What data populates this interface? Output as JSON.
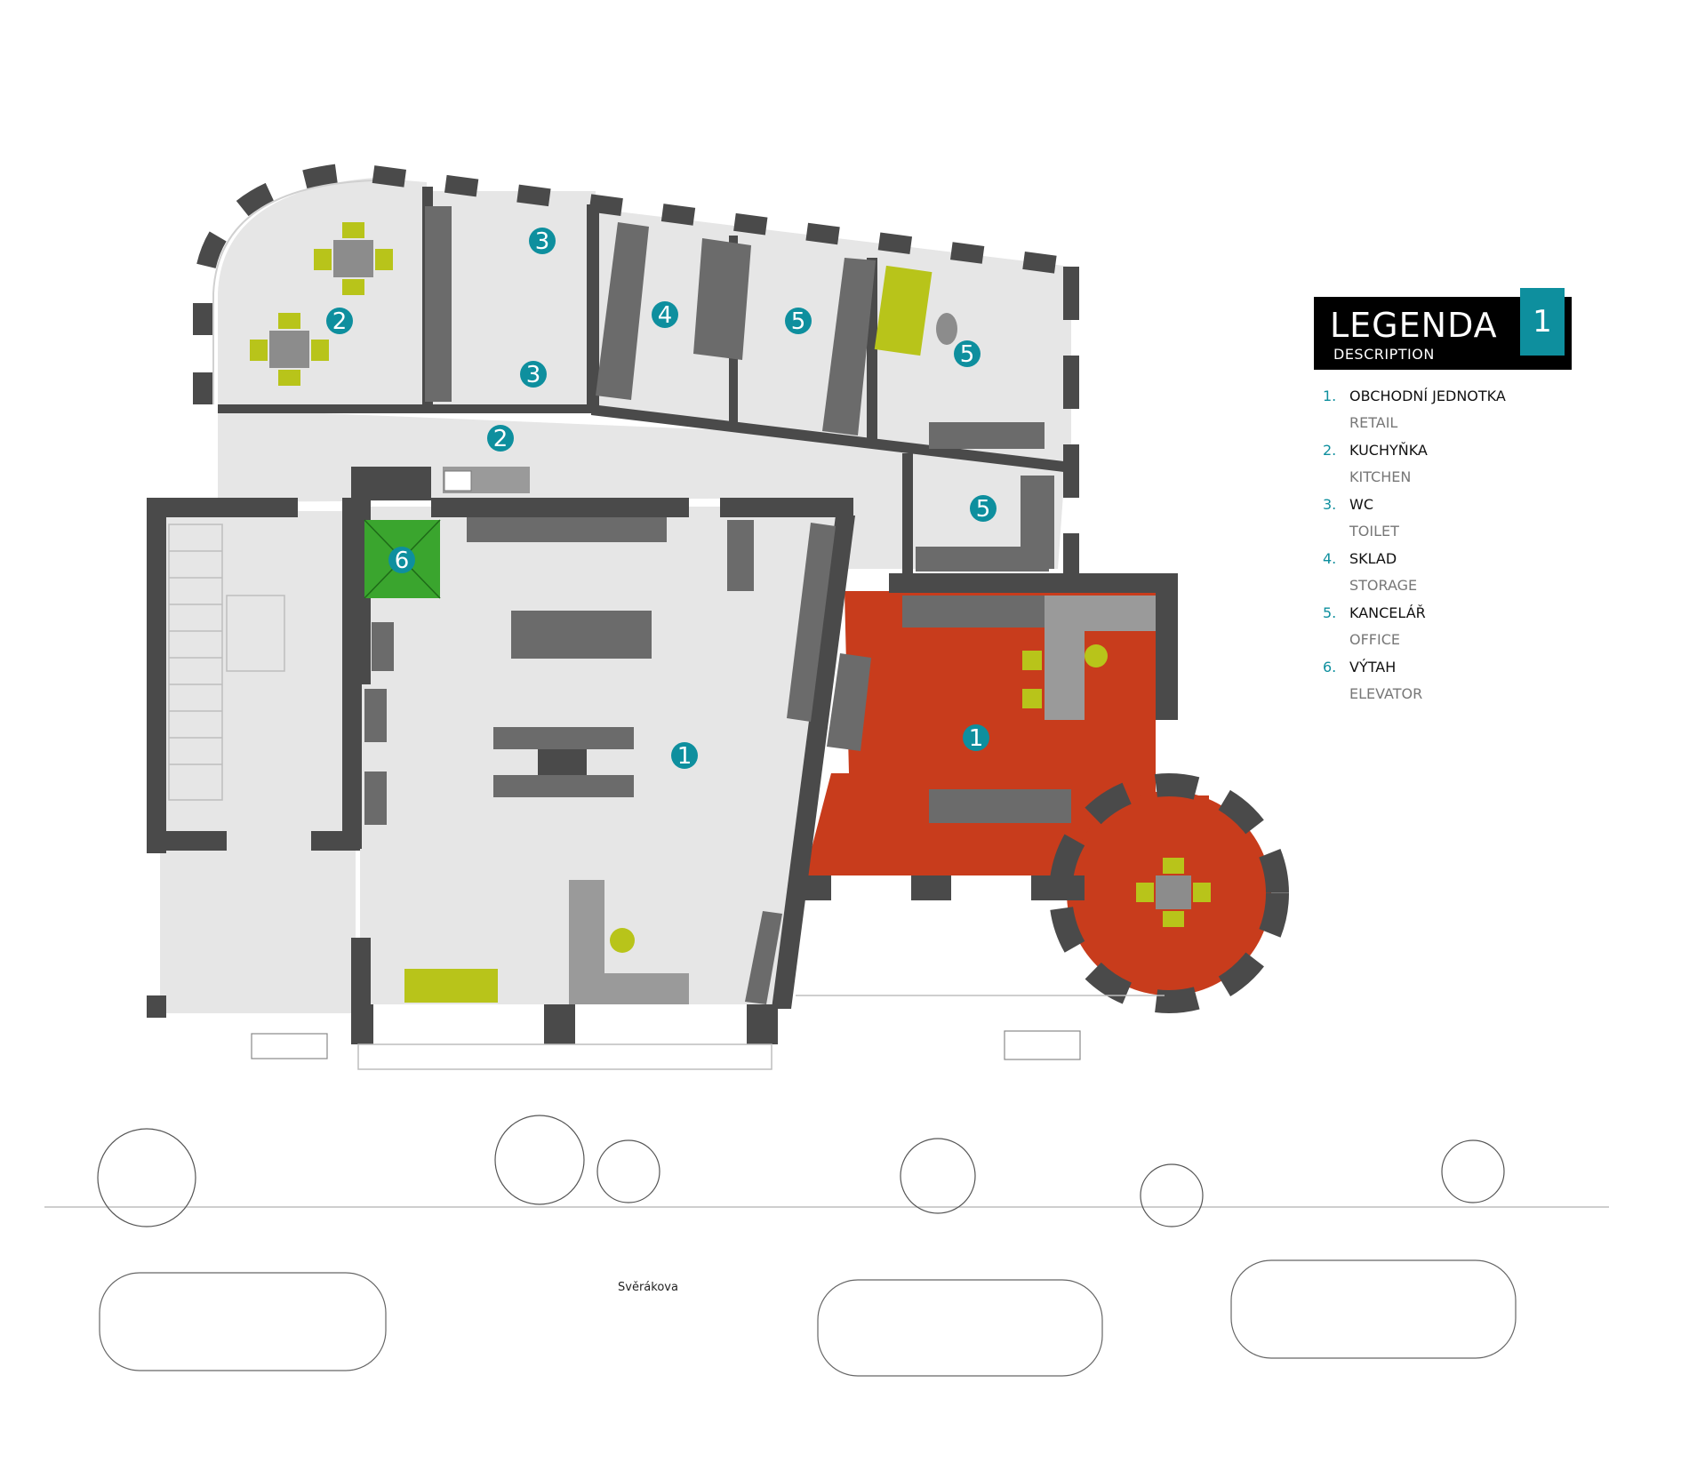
{
  "plan": {
    "street_name": "Svěrákova",
    "colors": {
      "wall": "#4a4a4a",
      "floor": "#e6e6e6",
      "retail_highlight": "#c83c1c",
      "elevator": "#3aa52e",
      "furniture": "#6b6b6b",
      "chair": "#b8c41a",
      "badge": "#0e8f9e"
    },
    "room_badges": [
      {
        "number": "1"
      },
      {
        "number": "1"
      },
      {
        "number": "2"
      },
      {
        "number": "2"
      },
      {
        "number": "3"
      },
      {
        "number": "3"
      },
      {
        "number": "4"
      },
      {
        "number": "5"
      },
      {
        "number": "5"
      },
      {
        "number": "5"
      },
      {
        "number": "6"
      }
    ]
  },
  "legend": {
    "title": "LEGENDA",
    "subtitle": "DESCRIPTION",
    "badge": "1",
    "items": [
      {
        "number": "1.",
        "label": "OBCHODNÍ JEDNOTKA",
        "sublabel": "RETAIL"
      },
      {
        "number": "2.",
        "label": "KUCHYŇKA",
        "sublabel": "KITCHEN"
      },
      {
        "number": "3.",
        "label": "WC",
        "sublabel": "TOILET"
      },
      {
        "number": "4.",
        "label": "SKLAD",
        "sublabel": "STORAGE"
      },
      {
        "number": "5.",
        "label": "KANCELÁŘ",
        "sublabel": "OFFICE"
      },
      {
        "number": "6.",
        "label": "VÝTAH",
        "sublabel": "ELEVATOR"
      }
    ]
  }
}
